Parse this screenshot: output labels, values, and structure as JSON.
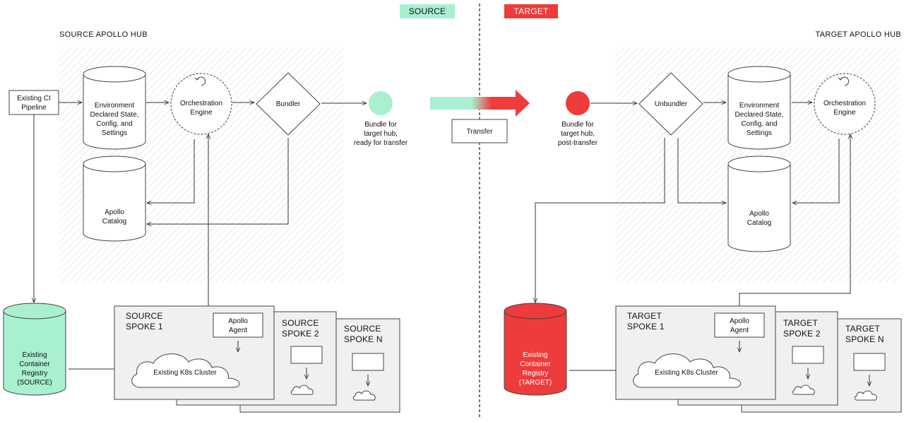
{
  "badges": {
    "source": {
      "label": "SOURCE",
      "color": "#a8f0d0"
    },
    "target": {
      "label": "TARGET",
      "color": "#ee3b3b"
    }
  },
  "source": {
    "hub_title": "SOURCE APOLLO HUB",
    "ci_pipeline": [
      "Existing CI",
      "Pipeline"
    ],
    "env_state": [
      "Environment",
      "Declared State,",
      "Config, and",
      "Settings"
    ],
    "orchestration": [
      "Orchestration",
      "Engine"
    ],
    "bundler": "Bundler",
    "catalog": [
      "Apollo",
      "Catalog"
    ],
    "bundle_caption": [
      "Bundle for",
      "target hub,",
      "ready for transfer"
    ],
    "registry": [
      "Existing",
      "Container",
      "Registry",
      "(SOURCE)"
    ],
    "spoke1": [
      "SOURCE",
      "SPOKE 1"
    ],
    "spoke2": [
      "SOURCE",
      "SPOKE 2"
    ],
    "spokeN": [
      "SOURCE",
      "SPOKE N"
    ],
    "agent": [
      "Apollo",
      "Agent"
    ],
    "cluster": "Existing K8s Cluster"
  },
  "transfer": {
    "label": "Transfer"
  },
  "target": {
    "hub_title": "TARGET APOLLO HUB",
    "bundle_caption": [
      "Bundle for",
      "target hub,",
      "post-transfer"
    ],
    "unbundler": "Unbundler",
    "env_state": [
      "Environment",
      "Declared State,",
      "Config, and",
      "Settings"
    ],
    "orchestration": [
      "Orchestration",
      "Engine"
    ],
    "catalog": [
      "Apollo",
      "Catalog"
    ],
    "registry": [
      "Existing",
      "Container",
      "Registry",
      "(TARGET)"
    ],
    "spoke1": [
      "TARGET",
      "SPOKE 1"
    ],
    "spoke2": [
      "TARGET",
      "SPOKE 2"
    ],
    "spokeN": [
      "TARGET",
      "SPOKE N"
    ],
    "agent": [
      "Apollo",
      "Agent"
    ],
    "cluster": "Existing K8s Cluster"
  },
  "icons": {
    "refresh": "refresh-icon",
    "cloud": "cloud-icon",
    "arrow": "arrow-icon"
  }
}
